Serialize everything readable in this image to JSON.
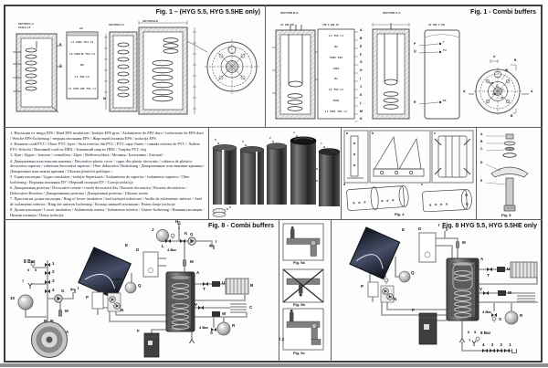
{
  "fig1_hyg": {
    "title": "Fig. 1 – (HYG 5.5, HYG 5.5HE only)",
    "sec_a": "SECTION A-A",
    "sec_b": "SECTION B-B",
    "scale": "SCALE 1:5",
    "av": "AV",
    "m": "M",
    "p": "P",
    "q": "Q",
    "port_rows": [
      "L4  CIR2  TS4  L4",
      "L3  CIR2 M  TS3  L3",
      "R2",
      "L2  TS2  L2",
      "L1  CIR1 CW  TS1  L1"
    ]
  },
  "fig1_combi": {
    "title": "Fig. 1 - Combi buffers",
    "sec_bb": "SECTION B-B",
    "sec_aa": "SECTION A-A",
    "top1": "AV  HW  CW",
    "top2": "CIR  Z  HW  AV",
    "top3": "AV  HW  Z  CW",
    "side_letters": [
      "A",
      "B",
      "E",
      "F",
      "G",
      "H",
      "I",
      "J",
      "K",
      "L",
      "M",
      "N"
    ],
    "port_rows": [
      "L4  TS4  L4",
      "R2",
      "TS82  TS2",
      "CIR4",
      "R1",
      "L2  TS2  L2",
      "TS81",
      "L1  CW1  TS1  L1"
    ],
    "p": "P",
    "q": "Q",
    "r": "R",
    "pt": "T",
    "pth": "TH",
    "pee": "EE",
    "u": "U",
    "w": "W",
    "a1": "A",
    "a2": "A",
    "b1": "B",
    "b2": "B",
    "inner": [
      "CW",
      "Z",
      "F",
      "HW",
      "AV"
    ]
  },
  "notes": {
    "items": [
      "1.  Изолация от твърд EPS / Hard EPS insulation / Izolație EPS gros / Aislamiento de EPS duro / isolamento de EPS duro / Weiche EPS-Isolierung / твердая изоляция EPS / Жорсткий ізоляція EPS / izolacija EPS",
      "2.  Външен слой PVC / Outer PVC layer / Strat exterior din PVC / PVC capa Outter / camada externa de PVC / Äußere PVC-Schicht / Внешний слой из ПВХ / Зовнішній шар из ПВХ / Vanjska PVC sloj",
      "3.  Цип / Zipper / fermoar / cremallera / Zíper / Reißverschluss / Молния / Блискавка / Zatvarač",
      "4.  Декоративна пластмасова капачка / Decorative plastic cover / capac din plastic decorativ / cubierta de plástico decorativa superior / cobertura decorativa superior / Ober dekorative Abdeckung / Декоративные пластиковые крышки / Декоративні пластикові кришки / Ukrasna plastični poklopac /",
      "5.  Горна изолация / Upper insulation / izolație Superioară / Aislamiento de superior / isolamento superior / Ober Isolierung / Верхняя изоляция ПУ / Верхній ізоляція ПУ / Gornja izolacija",
      "6.  Декоративна розетка / Decorative rosette / rozetă decorativă din / Rosseta decorativa / Rosetas decorativas / Dekorative Rosetten / Декоративные розетки / Декоративні розетки / Ukrasni rozete",
      "7.  Пръстен на долна изолация / Ring of lower insulation / Inel izolației inferioare / Anillo de aislamiento inferior / Anel de isolamento inferior / Ring der unteren Isolierung / Кольцо нижней изоляции / Prsten donje izolacije",
      "8.  Долна изолация / Lower insulation / Aislamiento menor / Isolamento inferior / Untere Isolierung / Нижняя изоляция / Нижня ізоляція / Donja izolacija"
    ]
  },
  "photos": {
    "callouts": [
      "1",
      "2",
      "3",
      "4",
      "5",
      "6",
      "7",
      "8"
    ]
  },
  "fig4": {
    "caption": "Fig. 4",
    "subs": [
      "a",
      "b",
      "c",
      "d",
      "e"
    ]
  },
  "fig5": {
    "caption": "Fig. 5",
    "callouts": [
      "A",
      "B",
      "C",
      "D",
      "E"
    ]
  },
  "fig8_combi": {
    "title": "Fig. 8 - Combi buffers",
    "bar8": "8 Bar",
    "bar4": "4 Bar",
    "n1": "1",
    "n2": "2",
    "n3": "3",
    "n4": "4",
    "n5": "5",
    "n6": "6",
    "n7": "7",
    "n10": "10",
    "A": "A",
    "B": "B",
    "C": "C",
    "D": "D",
    "E": "E",
    "F": "F",
    "G": "G",
    "H": "H",
    "I": "I",
    "J": "J",
    "K": "K",
    "L": "L",
    "M": "M",
    "N": "N",
    "P": "P",
    "Q": "Q",
    "R": "R",
    "S": "S",
    "T": "T",
    "U": "U",
    "V": "V",
    "W": "W"
  },
  "fig9": {
    "cap_a": "Fig. 9a",
    "cap_b": "Fig. 9b",
    "cap_c": "Fig. 9c",
    "page_fragment": "/ 2"
  },
  "fig8_hyg": {
    "title": "Fig. 8 HYG 5.5, HYG 5.5HE only",
    "bar8": "8 Bar",
    "bar4": "4 Bar",
    "valve_row": "4 3 2 1",
    "n5": "5",
    "n6": "6",
    "n7": "7",
    "A": "A",
    "D": "D",
    "E": "E",
    "F": "F",
    "I": "I",
    "M": "M",
    "N": "N",
    "P": "P",
    "Q": "Q",
    "R": "R",
    "S": "S",
    "T": "T",
    "U": "U",
    "V": "V",
    "W": "W"
  }
}
